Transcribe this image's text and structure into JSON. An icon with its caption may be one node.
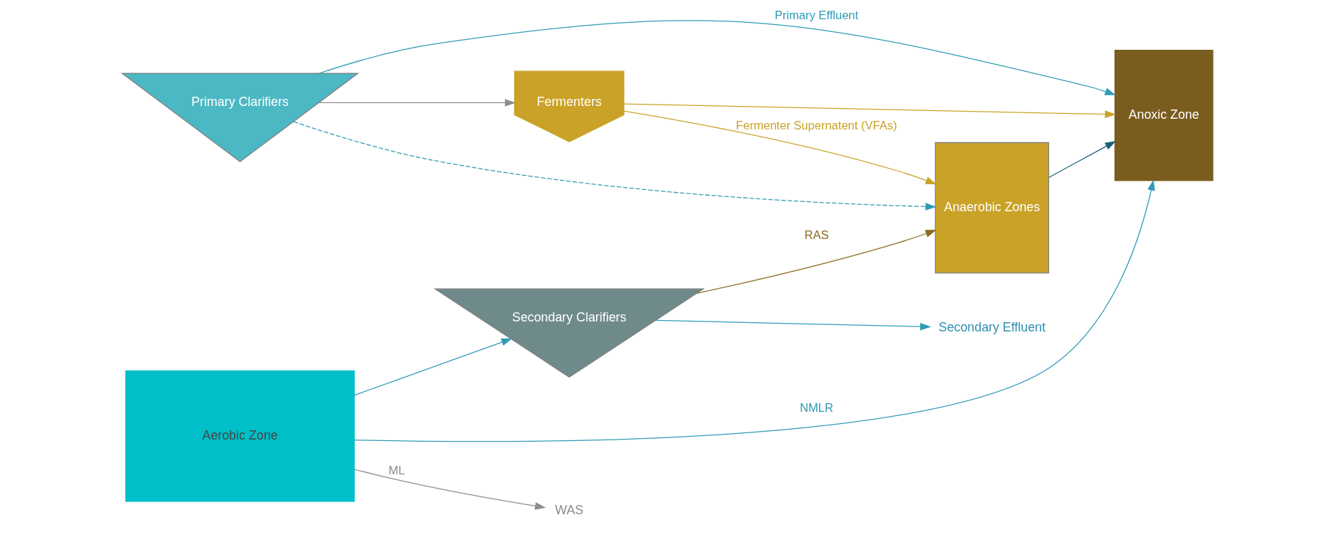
{
  "diagram": {
    "nodes": [
      {
        "text": [
          "Primary Clarifiers"
        ]
      },
      {
        "text": [
          "Fermenters"
        ]
      },
      {
        "text": [
          "Anaerobic Zones"
        ]
      },
      {
        "text": [
          "Anoxic Zone"
        ]
      },
      {
        "text": [
          "Aerobic Zone"
        ]
      },
      {
        "text": [
          "Secondary Clarifiers"
        ]
      },
      {
        "text": [
          "WAS"
        ]
      },
      {
        "text": [
          "Secondary Effluent"
        ]
      }
    ],
    "edges": [
      {
        "from": 0,
        "to": 3,
        "arrow": "to",
        "label": "Primary Effluent"
      },
      {
        "from": 0,
        "to": 2,
        "arrow": "to",
        "style": "dashed"
      },
      {
        "from": 0,
        "to": 1,
        "arrow": "to",
        "color": "#8c8c8c"
      },
      {
        "from": 1,
        "to": 2,
        "arrow": "to",
        "label": "Fermenter Supernatent (VFAs)",
        "color": "#c9a227"
      },
      {
        "from": 1,
        "to": 3,
        "arrow": "to",
        "color": "#c9a227"
      },
      {
        "from": 2,
        "to": 3,
        "arrow": "to",
        "color": "#1f5f7a"
      },
      {
        "from": 4,
        "to": 5,
        "arrow": "to"
      },
      {
        "from": 4,
        "to": 6,
        "arrow": "to",
        "label": "ML",
        "color": "#8c8c8c"
      },
      {
        "from": 5,
        "to": 7,
        "arrow": "to"
      },
      {
        "from": 4,
        "to": 3,
        "arrow": "to",
        "label": "NMLR"
      },
      {
        "from": 5,
        "to": 2,
        "arrow": "to",
        "label": "RAS",
        "color": "#8b6b1f"
      }
    ]
  }
}
